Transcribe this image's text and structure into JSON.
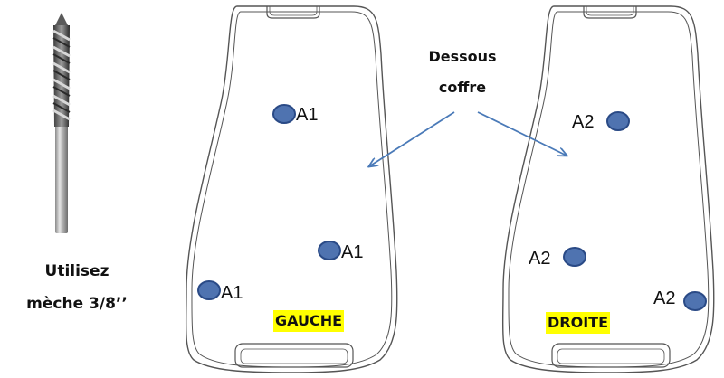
{
  "drill_caption": {
    "line1": "Utilisez",
    "line2": "mèche 3/8’’"
  },
  "callout": {
    "line1": "Dessous",
    "line2": "coffre"
  },
  "panels": {
    "left": {
      "label": "GAUCHE"
    },
    "right": {
      "label": "DROITE"
    }
  },
  "holes": {
    "left": [
      "A1",
      "A1",
      "A1"
    ],
    "right": [
      "A2",
      "A2",
      "A2"
    ]
  },
  "colors": {
    "hole_fill": "#4f73b0",
    "hole_stroke": "#2a4a86",
    "arrow": "#4a7ab8",
    "label_highlight": "#ffff00",
    "outline": "#555555"
  },
  "icons": {
    "drill_bit": "drill-bit-icon"
  }
}
